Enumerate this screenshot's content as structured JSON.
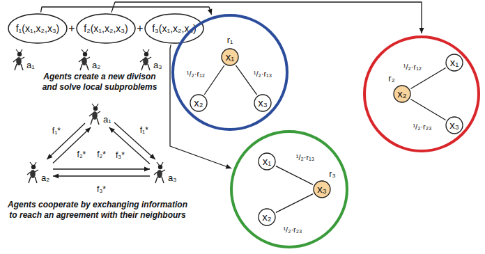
{
  "diagram": {
    "nodes": [
      {
        "text": [
          "f₁(x₁,x₂,x₃)"
        ]
      },
      {
        "text": [
          "f₂(x₁,x₂,x₃)"
        ]
      },
      {
        "text": [
          "f₃(x₁,x₂,x₃)"
        ]
      },
      {
        "text": [
          "a₁"
        ]
      },
      {
        "text": [
          "a₂"
        ]
      },
      {
        "text": [
          "a₃"
        ]
      },
      {
        "text": []
      },
      {
        "text": [
          "x₁",
          "r₁"
        ],
        "in": 6
      },
      {
        "text": [
          "x₂"
        ],
        "in": 6
      },
      {
        "text": [
          "x₃"
        ],
        "in": 6
      },
      {
        "text": []
      },
      {
        "text": [
          "x₁"
        ],
        "in": 10
      },
      {
        "text": [
          "x₂",
          "r₂"
        ],
        "in": 10
      },
      {
        "text": [
          "x₃"
        ],
        "in": 10
      },
      {
        "text": []
      },
      {
        "text": [
          "x₁"
        ],
        "in": 14
      },
      {
        "text": [
          "x₂"
        ],
        "in": 14
      },
      {
        "text": [
          "x₃",
          "r₃"
        ],
        "in": 14
      }
    ],
    "edges": [
      {
        "from": 0,
        "to": 6,
        "arrow": "to"
      },
      {
        "from": 1,
        "to": 10,
        "arrow": "to"
      },
      {
        "from": 2,
        "to": 14,
        "arrow": "to"
      },
      {
        "from": 3,
        "to": 4,
        "label": "f₁*",
        "arrow": "to"
      },
      {
        "from": 4,
        "to": 3,
        "label": "f₂*",
        "arrow": "to"
      },
      {
        "from": 3,
        "to": 5,
        "label": "f₁*",
        "arrow": "to"
      },
      {
        "from": 5,
        "to": 3,
        "label": "f₃*",
        "arrow": "to"
      },
      {
        "from": 4,
        "to": 5,
        "label": "f₂*",
        "arrow": "to"
      },
      {
        "from": 5,
        "to": 4,
        "label": "f₃*",
        "arrow": "to"
      },
      {
        "from": 7,
        "to": 8,
        "label": "¹/₂·r₁₂",
        "arrow": "none"
      },
      {
        "from": 7,
        "to": 9,
        "label": "¹/₂·r₁₃",
        "arrow": "none"
      },
      {
        "from": 12,
        "to": 11,
        "label": "¹/₂·r₁₂",
        "arrow": "none"
      },
      {
        "from": 12,
        "to": 13,
        "label": "¹/₂·r₂₃",
        "arrow": "none"
      },
      {
        "from": 17,
        "to": 15,
        "label": "¹/₂·r₁₃",
        "arrow": "none"
      },
      {
        "from": 17,
        "to": 16,
        "label": "¹/₂·r₂₃",
        "arrow": "none"
      }
    ],
    "labels": [
      "+",
      "+",
      "a₁",
      "a₂",
      "a₃",
      "Agents create a new divison and solve local subproblems",
      "Agents cooperate by exchanging information to reach an agreement with their neighbours"
    ]
  }
}
